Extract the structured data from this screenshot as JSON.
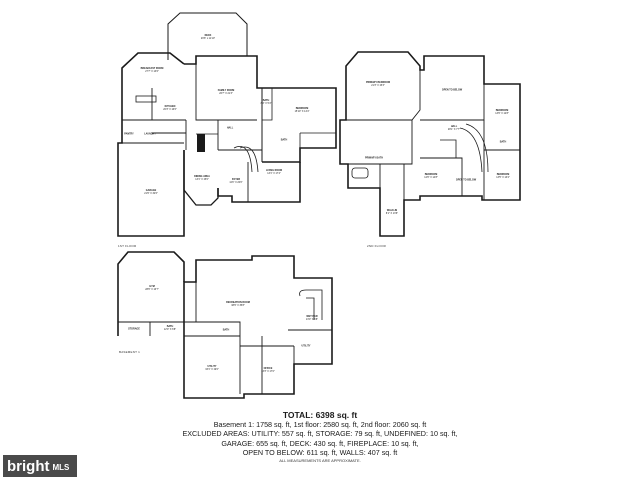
{
  "floors": {
    "first": {
      "label": "1ST FLOOR"
    },
    "second": {
      "label": "2ND FLOOR"
    },
    "basement": {
      "label": "BASEMENT 1"
    }
  },
  "rooms": {
    "deck": {
      "name": "DECK",
      "dim": "29'6\" x 11'10\""
    },
    "breakfast": {
      "name": "BREAKFAST ROOM",
      "dim": "27'7\" X 13'6\""
    },
    "family": {
      "name": "FAMILY ROOM",
      "dim": "26'7\" X 21'3\""
    },
    "kitchen": {
      "name": "KITCHEN",
      "dim": "20'3\" X 16'6\""
    },
    "bath1": {
      "name": "BATH",
      "dim": "8'4\" X 5'4\""
    },
    "bedroom1": {
      "name": "BEDROOM",
      "dim": "15'10\" X 14'4\""
    },
    "pantry": {
      "name": "PANTRY",
      "dim": ""
    },
    "laundry": {
      "name": "LAUNDRY",
      "dim": ""
    },
    "hall1": {
      "name": "HALL",
      "dim": ""
    },
    "bath2": {
      "name": "BATH",
      "dim": ""
    },
    "garage": {
      "name": "GARAGE",
      "dim": "21'9\" X 32'6\""
    },
    "dining": {
      "name": "DINING AREA",
      "dim": "13'1\" X 15'0\""
    },
    "foyer": {
      "name": "FOYER",
      "dim": "11'6\" X 20'0\""
    },
    "living": {
      "name": "LIVING ROOM",
      "dim": "13'1\" X 17'4\""
    },
    "primary": {
      "name": "PRIMARY BEDROOM",
      "dim": "21'3\" X 15'3\""
    },
    "opentobelow1": {
      "name": "OPEN TO BELOW",
      "dim": ""
    },
    "bedroom2": {
      "name": "BEDROOM",
      "dim": "13'9\" X 12'8\""
    },
    "hall2": {
      "name": "HALL",
      "dim": "28'1\" X 7'7\""
    },
    "primarybath": {
      "name": "PRIMARY BATH",
      "dim": ""
    },
    "bedroom3": {
      "name": "BEDROOM",
      "dim": "12'6\" X 14'8\""
    },
    "opentobelow2": {
      "name": "OPEN TO BELOW",
      "dim": ""
    },
    "bedroom4": {
      "name": "BEDROOM",
      "dim": "13'5\" X 13'2\""
    },
    "bath3": {
      "name": "BATH",
      "dim": ""
    },
    "walkin": {
      "name": "WALK-IN",
      "dim": "8'1\" X 13'6\""
    },
    "gym": {
      "name": "GYM",
      "dim": "28'6\" X 16'7\""
    },
    "storage": {
      "name": "STORAGE",
      "dim": ""
    },
    "bath4": {
      "name": "BATH",
      "dim": "12'0\" X 6'8\""
    },
    "rec": {
      "name": "RECREATION ROOM",
      "dim": "38'9\" X 35'8\""
    },
    "wetbar": {
      "name": "WET BAR",
      "dim": "13'0\" X 6'8\""
    },
    "bath5": {
      "name": "BATH",
      "dim": ""
    },
    "utility1": {
      "name": "UTILITY",
      "dim": ""
    },
    "utility2": {
      "name": "UTILITY",
      "dim": "33'1\" X 19'0\""
    },
    "office": {
      "name": "OFFICE",
      "dim": "13'3\" X 17'0\""
    }
  },
  "summary": {
    "total": "TOTAL: 6398 sq. ft",
    "line1": "Basement 1: 1758 sq. ft, 1st floor: 2580 sq. ft, 2nd floor: 2060 sq. ft",
    "line2": "EXCLUDED AREAS: UTILITY: 557 sq. ft, STORAGE: 79 sq. ft, UNDEFINED: 10 sq. ft,",
    "line3": "GARAGE: 655 sq. ft, DECK: 430 sq. ft, FIREPLACE: 10 sq. ft,",
    "line4": "OPEN TO BELOW: 611 sq. ft, WALLS: 407 sq. ft",
    "note": "ALL MEASUREMENTS ARE APPROXIMATE."
  },
  "brand": {
    "name": "bright",
    "suffix": "MLS",
    "background": "#4a4a4a"
  },
  "colors": {
    "wall": "#1a1a1a",
    "deck": "#ffffff",
    "background": "#ffffff"
  }
}
